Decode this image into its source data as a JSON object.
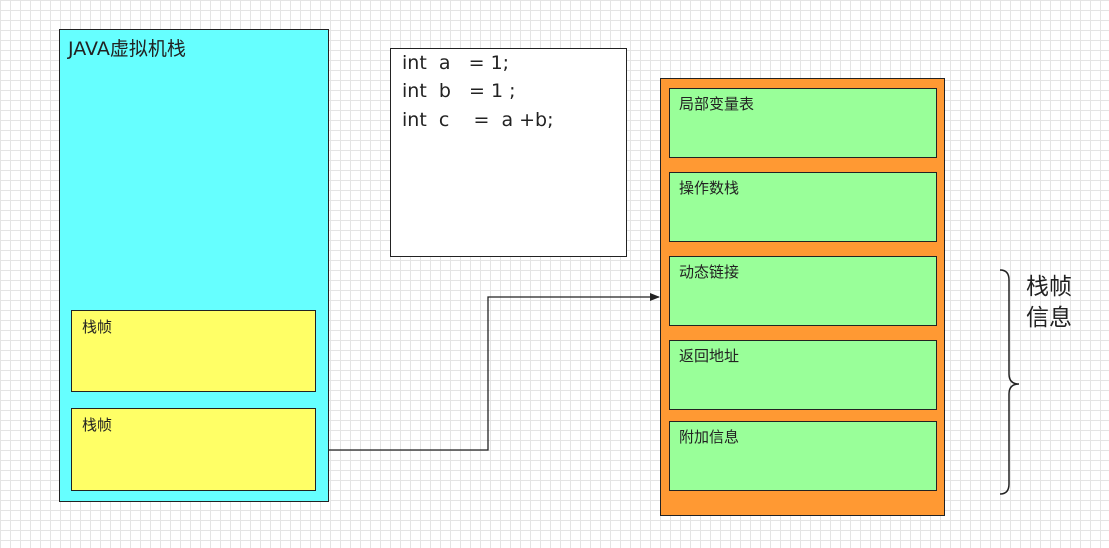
{
  "jvm_stack": {
    "title": "JAVA虚拟机栈",
    "frames": [
      "栈帧",
      "栈帧"
    ]
  },
  "code": {
    "lines": [
      "int  a   = 1;",
      "int  b   = 1 ;",
      "int  c    =  a +b;"
    ]
  },
  "frame_detail": {
    "parts": [
      "局部变量表",
      "操作数栈",
      "动态链接",
      "返回地址",
      "附加信息"
    ]
  },
  "brace_label": {
    "line1": "栈帧",
    "line2": "信息"
  },
  "colors": {
    "jvm_stack_fill": "#66ffff",
    "frame_fill": "#ffff66",
    "frame_detail_fill": "#ff9933",
    "part_fill": "#99ff99"
  }
}
